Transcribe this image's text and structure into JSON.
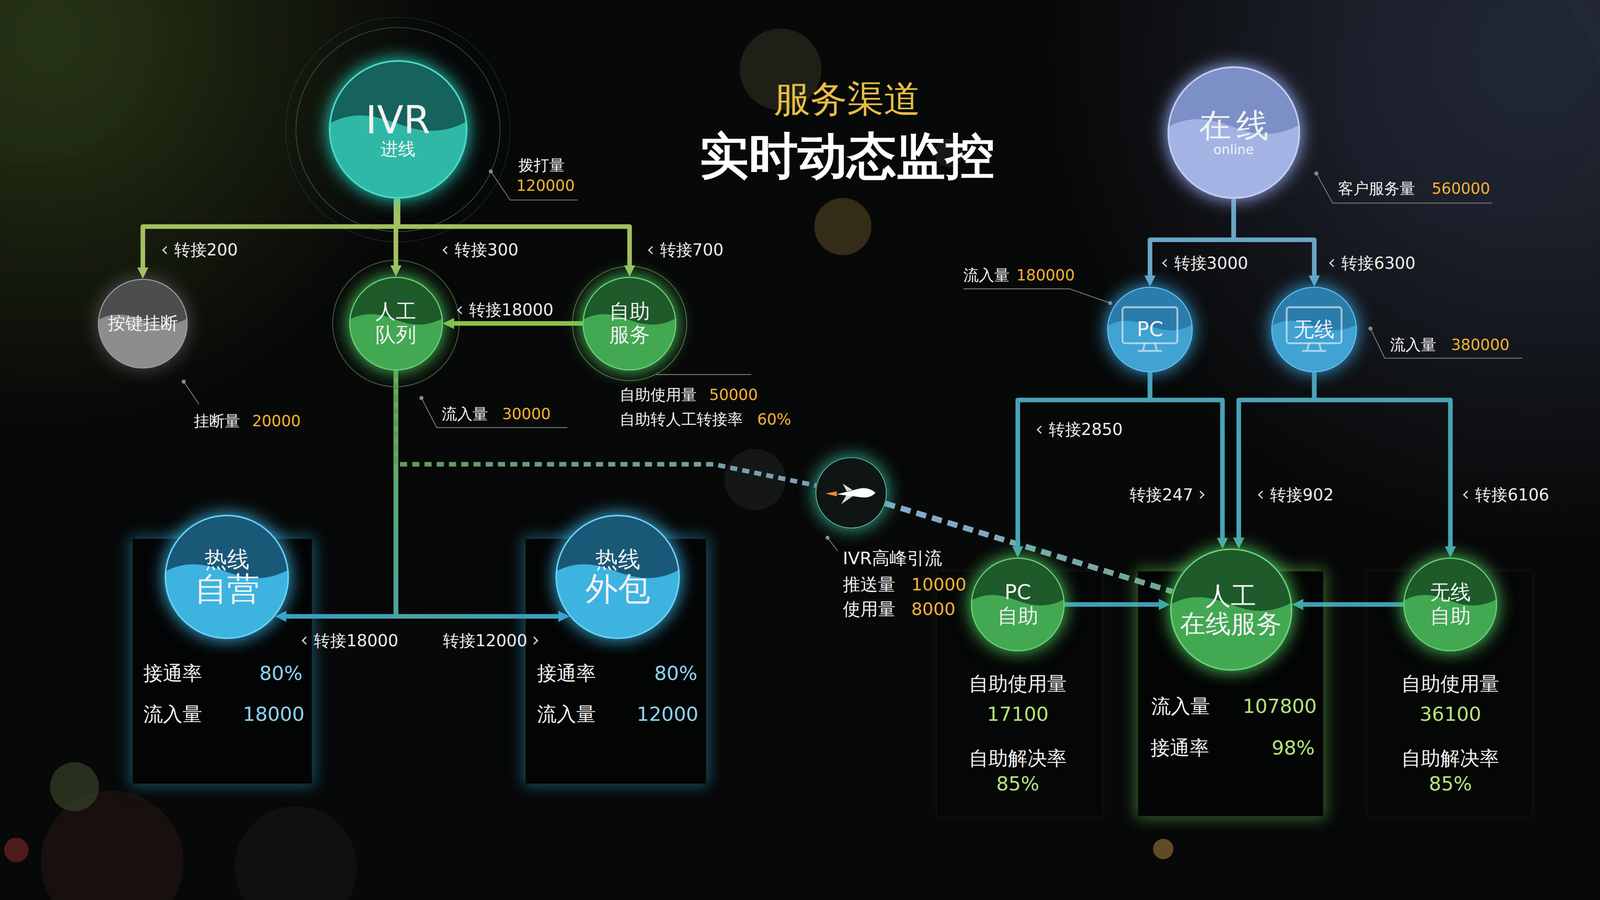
{
  "diagram": {
    "title": "实时动态监控",
    "nodes": [
      {
        "text": [
          "IVR",
          "进线"
        ]
      },
      {
        "text": [
          "按键挂断"
        ]
      },
      {
        "text": [
          "人工 队列"
        ]
      },
      {
        "text": [
          "自助 服务"
        ]
      },
      {
        "text": [
          "接通率",
          "80%",
          "流入量",
          "18000"
        ]
      },
      {
        "text": [
          "热线",
          "自营"
        ],
        "in": 4
      },
      {
        "text": [
          "接通率",
          "80%",
          "流入量",
          "12000"
        ]
      },
      {
        "text": [
          "热线",
          "外包"
        ],
        "in": 6
      },
      {
        "text": [
          "在线",
          "online"
        ]
      },
      {
        "text": [
          "PC"
        ]
      },
      {
        "text": [
          "无线"
        ]
      },
      {
        "text": [
          "IVR高峰引流",
          "推送量",
          "10000",
          "使用量",
          "8000"
        ]
      },
      {
        "text": [
          "自助使用量",
          "17100",
          "自助解决率",
          "85%"
        ]
      },
      {
        "text": [
          "PC 自助"
        ],
        "in": 12
      },
      {
        "text": [
          "流入量",
          "107800",
          "接通率",
          "98%"
        ]
      },
      {
        "text": [
          "人工 在线服务"
        ],
        "in": 14
      },
      {
        "text": [
          "自助使用量",
          "36100",
          "自助解决率",
          "85%"
        ]
      },
      {
        "text": [
          "无线 自助"
        ],
        "in": 16
      }
    ],
    "edges": [
      {
        "from": 0,
        "to": 1,
        "label": "转接200",
        "arrow": "to"
      },
      {
        "from": 0,
        "to": 2,
        "label": "转接300",
        "arrow": "to"
      },
      {
        "from": 0,
        "to": 3,
        "label": "转接700",
        "arrow": "to"
      },
      {
        "from": 3,
        "to": 2,
        "label": "转接18000",
        "arrow": "to"
      },
      {
        "from": 2,
        "to": 5,
        "label": "转接18000",
        "arrow": "to"
      },
      {
        "from": 2,
        "to": 7,
        "label": "转接12000",
        "arrow": "to"
      },
      {
        "from": 2,
        "to": 11,
        "arrow": "none"
      },
      {
        "from": 11,
        "to": 15,
        "arrow": "none"
      },
      {
        "from": 8,
        "to": 9,
        "label": "转接3000",
        "arrow": "to"
      },
      {
        "from": 8,
        "to": 10,
        "label": "转接6300",
        "arrow": "to"
      },
      {
        "from": 9,
        "to": 13,
        "label": "转接2850",
        "arrow": "to"
      },
      {
        "from": 9,
        "to": 15,
        "label": "转接247",
        "arrow": "to"
      },
      {
        "from": 10,
        "to": 15,
        "label": "转接902",
        "arrow": "to"
      },
      {
        "from": 10,
        "to": 17,
        "label": "转接6106",
        "arrow": "to"
      },
      {
        "from": 13,
        "to": 15,
        "arrow": "to"
      },
      {
        "from": 17,
        "to": 15,
        "arrow": "to"
      }
    ],
    "labels": [
      "服务渠道",
      "拨打量",
      "120000",
      "挂断量",
      "20000",
      "流入量",
      "30000",
      "自助使用量",
      "50000",
      "自助转人工转接率",
      "60%",
      "客户服务量",
      "560000",
      "流入量",
      "180000",
      "流入量",
      "380000"
    ]
  }
}
